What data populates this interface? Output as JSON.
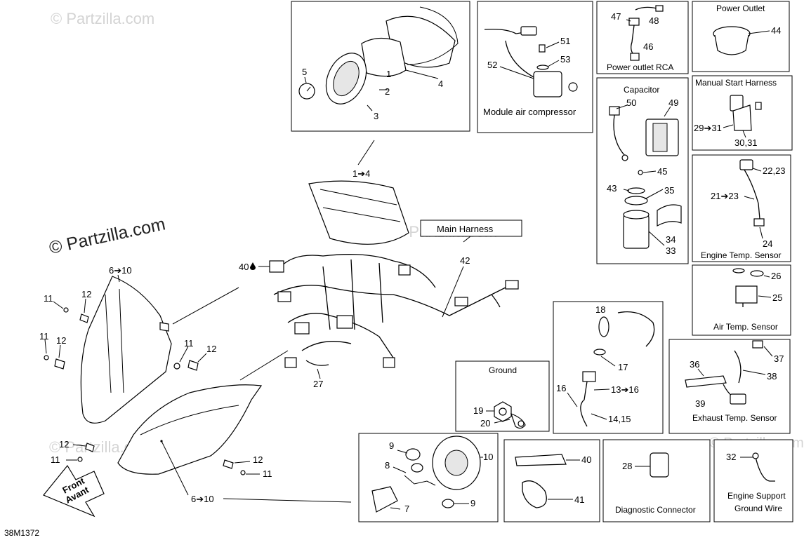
{
  "watermark": {
    "small": "© Partzilla.com",
    "large": "© Partzilla.com"
  },
  "drawing_number": "38M1372",
  "front_arrow": {
    "line1": "Front",
    "line2": "Avant"
  },
  "main_parts": {
    "cluster_ref": "1➔4",
    "main_harness_title": "Main Harness",
    "harness_ref": "42",
    "connector_ref": "40",
    "connector_ref_mark": "💧",
    "clip_ref": "27",
    "headlight_left_ref": "6➔10",
    "headlight_right_ref": "6➔10",
    "screws": [
      "11",
      "12",
      "11",
      "12",
      "11",
      "12",
      "12",
      "11",
      "12",
      "11"
    ]
  },
  "boxes": {
    "gauge": {
      "callouts": [
        "5",
        "1",
        "2",
        "3",
        "4"
      ]
    },
    "compressor": {
      "caption": "Module air compressor",
      "callouts": [
        "51",
        "53",
        "52"
      ]
    },
    "power_rca": {
      "caption": "Power outlet RCA",
      "callouts": [
        "47",
        "48",
        "46"
      ]
    },
    "power_outlet": {
      "caption": "Power Outlet",
      "callouts": [
        "44"
      ]
    },
    "capacitor": {
      "caption": "Capacitor",
      "callouts": [
        "50",
        "49",
        "45",
        "43",
        "35",
        "34",
        "33"
      ]
    },
    "manual_start": {
      "caption": "Manual Start Harness",
      "callouts": [
        "29➔31",
        "30,31"
      ]
    },
    "engine_temp": {
      "caption": "Engine Temp. Sensor",
      "callouts": [
        "22,23",
        "21➔23",
        "24"
      ]
    },
    "air_temp": {
      "caption": "Air Temp. Sensor",
      "callouts": [
        "26",
        "25"
      ]
    },
    "dess": {
      "callouts": [
        "18",
        "17",
        "16",
        "13➔16",
        "14,15"
      ]
    },
    "exhaust_temp": {
      "caption": "Exhaust Temp. Sensor",
      "callouts": [
        "37",
        "36",
        "38",
        "39"
      ]
    },
    "ground": {
      "caption": "Ground",
      "callouts": [
        "19",
        "20"
      ]
    },
    "headlamp": {
      "callouts": [
        "9",
        "10",
        "8",
        "7",
        "9"
      ]
    },
    "grease": {
      "callouts": [
        "40",
        "41"
      ]
    },
    "diag": {
      "caption": "Diagnostic Connector",
      "callouts": [
        "28"
      ]
    },
    "ground_wire": {
      "caption_line1": "Engine Support",
      "caption_line2": "Ground Wire",
      "callouts": [
        "32"
      ]
    }
  }
}
